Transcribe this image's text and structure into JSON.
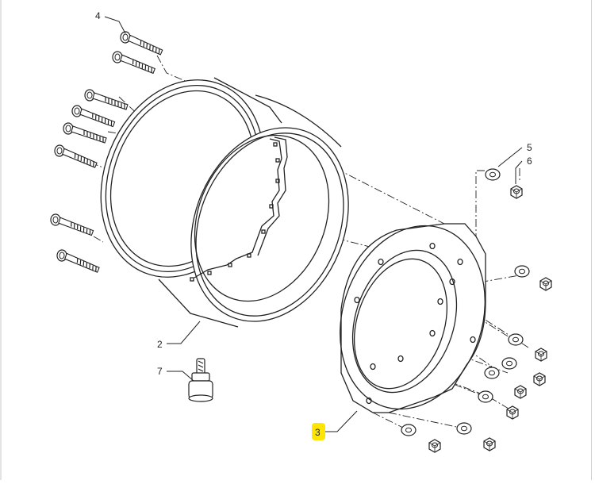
{
  "diagram": {
    "callouts": [
      {
        "id": "4",
        "label": "4",
        "part": "wheel-bolt"
      },
      {
        "id": "5",
        "label": "5",
        "part": "washer"
      },
      {
        "id": "6",
        "label": "6",
        "part": "nut"
      },
      {
        "id": "2",
        "label": "2",
        "part": "rim"
      },
      {
        "id": "7",
        "label": "7",
        "part": "valve"
      },
      {
        "id": "3",
        "label": "3",
        "part": "wheel-disc",
        "highlighted": true
      }
    ],
    "highlight_color": "#ffe600",
    "line_color": "#222222"
  }
}
